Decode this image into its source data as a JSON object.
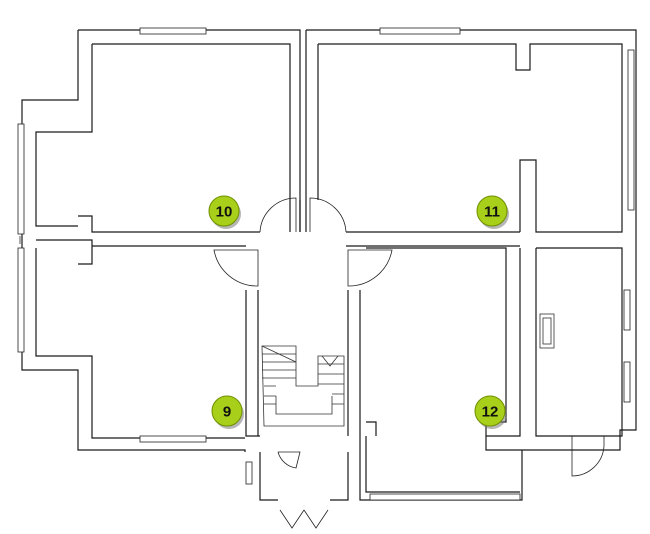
{
  "accent_color": "#a8cf1a",
  "room_badges": [
    {
      "id": "10",
      "label": "10"
    },
    {
      "id": "11",
      "label": "11"
    },
    {
      "id": "9",
      "label": "9"
    },
    {
      "id": "12",
      "label": "12"
    }
  ]
}
